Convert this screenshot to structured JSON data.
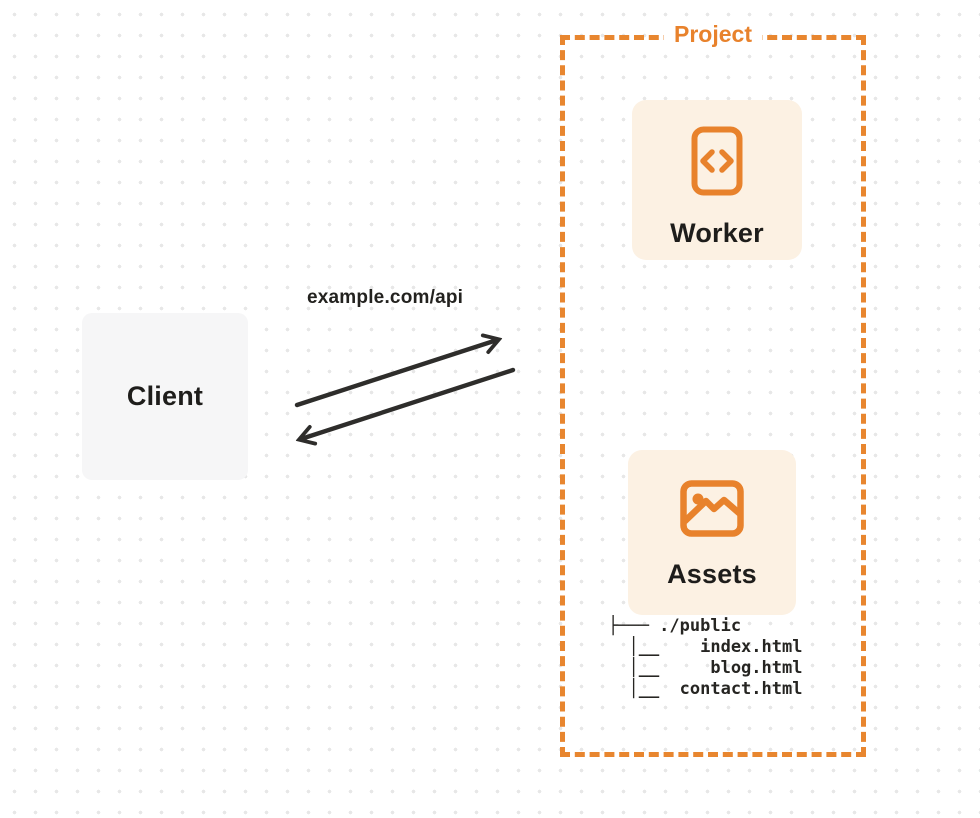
{
  "client": {
    "label": "Client"
  },
  "request": {
    "label": "example.com/api"
  },
  "project": {
    "label": "Project",
    "nodes": [
      {
        "label": "Worker",
        "icon": "code-icon"
      },
      {
        "label": "Assets",
        "icon": "image-icon"
      }
    ],
    "file_tree": [
      "├─── ./public",
      "  │__    index.html",
      "  │__     blog.html",
      "  │__  contact.html"
    ]
  },
  "colors": {
    "accent_orange": "#e8822c",
    "dashed_border": "#e8862f",
    "card_background": "#fcf1e3",
    "client_background": "#f6f6f7",
    "arrow": "#2e2d2b",
    "text": "#1e1d1b",
    "dot_grid": "#e7e7e7"
  }
}
